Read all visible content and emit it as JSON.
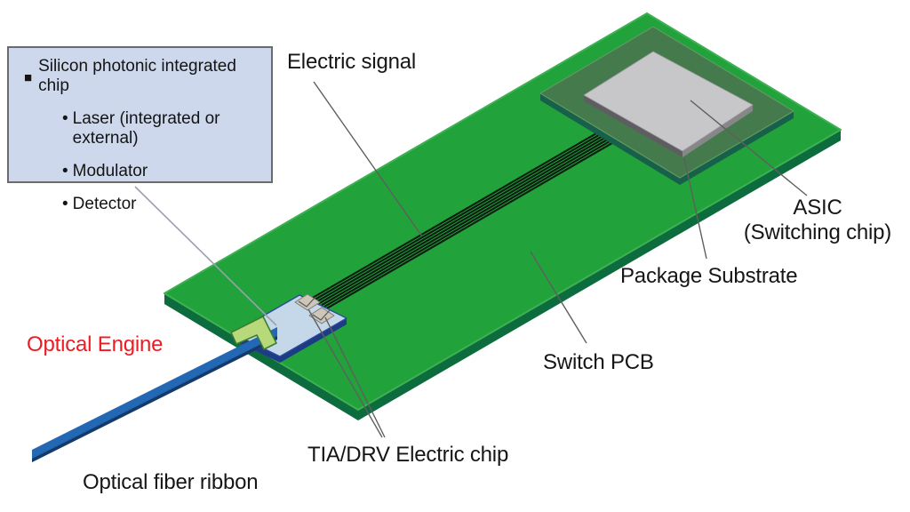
{
  "callout": {
    "bullet_square": "■",
    "title": "Silicon photonic integrated chip",
    "items": [
      {
        "bullet": "•",
        "label": "Laser (integrated or external)"
      },
      {
        "bullet": "•",
        "label": "Modulator"
      },
      {
        "bullet": "•",
        "label": "Detector"
      }
    ]
  },
  "labels": {
    "electric_signal": "Electric signal",
    "asic_title": "ASIC",
    "asic_subtitle": "(Switching chip)",
    "package_substrate": "Package Substrate",
    "switch_pcb": "Switch PCB",
    "optical_engine": "Optical Engine",
    "tia_drv_chip": "TIA/DRV Electric chip",
    "optical_fiber_ribbon": "Optical fiber ribbon"
  },
  "colors": {
    "background": "#ffffff",
    "pcb_top": "#21a23b",
    "pcb_edge_highlight": "#3eb152",
    "pcb_side": "#0d6c3e",
    "substrate_top": "#447a4c",
    "substrate_bevel": "#5f9a64",
    "substrate_side": "#17604a",
    "asic_top": "#c7c7c9",
    "asic_bevel": "#9a9a9d",
    "asic_side_dark": "#5e5e62",
    "asic_side_light": "#87878a",
    "engine_top": "#c4d8ea",
    "engine_outline": "#2a4a9c",
    "engine_side": "#1d3c85",
    "tia_chip_fill": "#cdc6b9",
    "tia_chip_outline": "#7a7a76",
    "tia_wire": "#55585c",
    "connector_fill": "#b7d97a",
    "connector_outline": "#3a7d33",
    "ribbon_fill": "#2368b4",
    "ribbon_edge": "#153a68",
    "trace": "#0c1c10",
    "leader": "#5f5f5f",
    "leader_light": "#9aa0b0",
    "label_text": "#161616",
    "accent_red": "#ec1c24",
    "callout_fill": "#cdd8ec",
    "callout_border": "#6b6b6b"
  }
}
